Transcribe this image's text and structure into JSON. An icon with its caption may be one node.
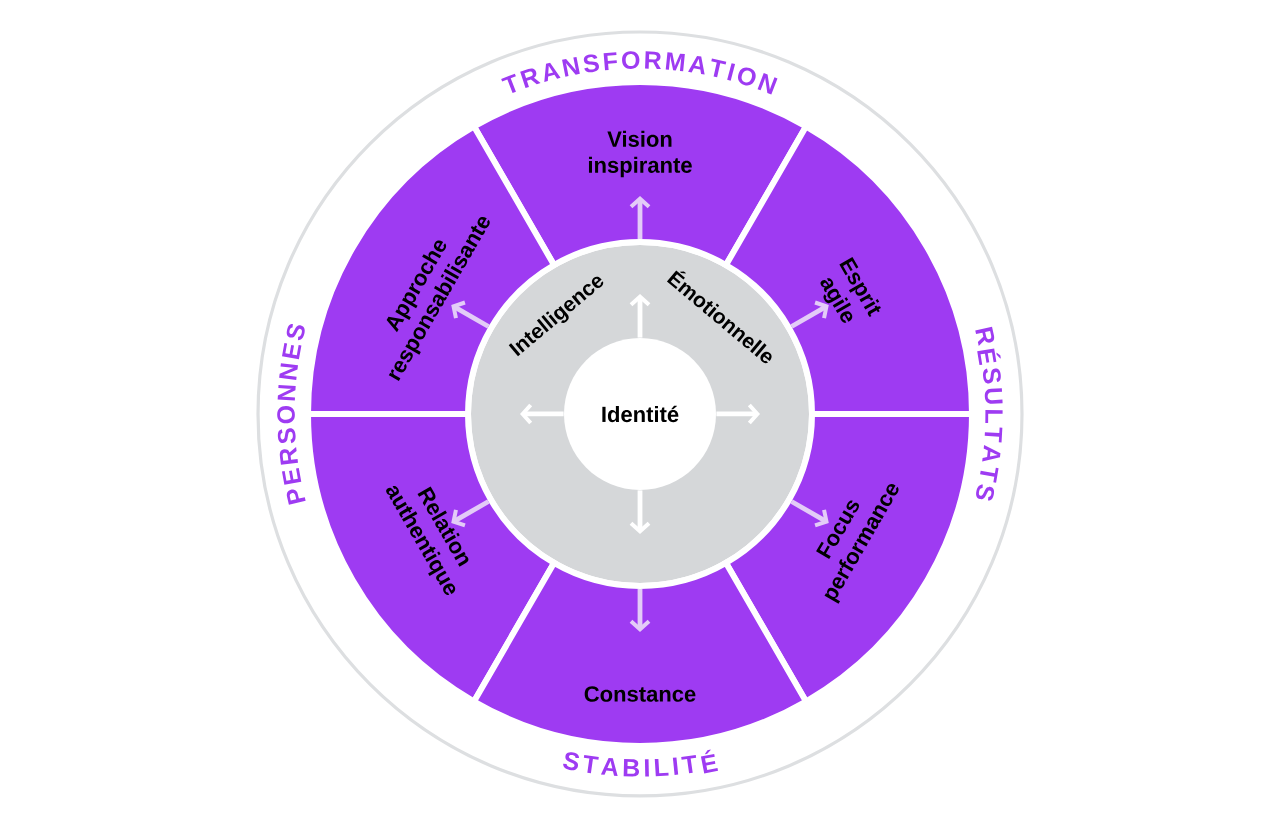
{
  "diagram": {
    "nodes": [
      {
        "text": [
          "Intelligence Émotionnelle"
        ]
      },
      {
        "text": [
          "Identité"
        ],
        "in": 0
      },
      {
        "text": [
          "Vision inspirante"
        ]
      },
      {
        "text": [
          "Approche responsabilisante"
        ]
      },
      {
        "text": [
          "Esprit agile"
        ]
      },
      {
        "text": [
          "Relation authentique"
        ]
      },
      {
        "text": [
          "Focus performance"
        ]
      },
      {
        "text": [
          "Constance"
        ]
      }
    ],
    "edges": [
      {
        "from": 1,
        "to": null,
        "arrow": "to",
        "color": "#ffffff"
      },
      {
        "from": 1,
        "to": null,
        "arrow": "to",
        "color": "#ffffff"
      },
      {
        "from": 1,
        "to": null,
        "arrow": "to",
        "color": "#ffffff"
      },
      {
        "from": 1,
        "to": null,
        "arrow": "to",
        "color": "#ffffff"
      },
      {
        "from": 0,
        "to": 2,
        "arrow": "to"
      },
      {
        "from": 0,
        "to": 3,
        "arrow": "to"
      },
      {
        "from": 0,
        "to": 4,
        "arrow": "to"
      },
      {
        "from": 0,
        "to": 5,
        "arrow": "to"
      },
      {
        "from": 0,
        "to": 6,
        "arrow": "to"
      },
      {
        "from": 0,
        "to": 7,
        "arrow": "to"
      }
    ],
    "labels": [
      "TRANSFORMATION",
      "PERSONNES",
      "RÉSULTATS",
      "STABILITÉ"
    ]
  }
}
